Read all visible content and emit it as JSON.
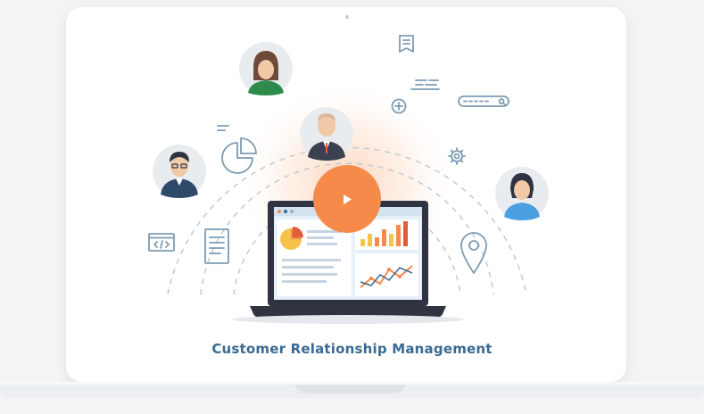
{
  "title": "Customer Relationship Management",
  "colors": {
    "accent": "#f58a4b",
    "blue": "#3a6a92",
    "icon": "#7d9bb3",
    "screen": "#e6f0f8"
  },
  "icons": [
    "video-play-icon",
    "avatar-woman-green",
    "avatar-man-suit",
    "avatar-man-glasses",
    "avatar-woman-blue",
    "pie-chart-icon",
    "document-icon",
    "code-icon",
    "plus-icon",
    "search-bar-icon",
    "gear-icon",
    "location-pin-icon",
    "bookmark-icon",
    "laptop-illustration"
  ]
}
